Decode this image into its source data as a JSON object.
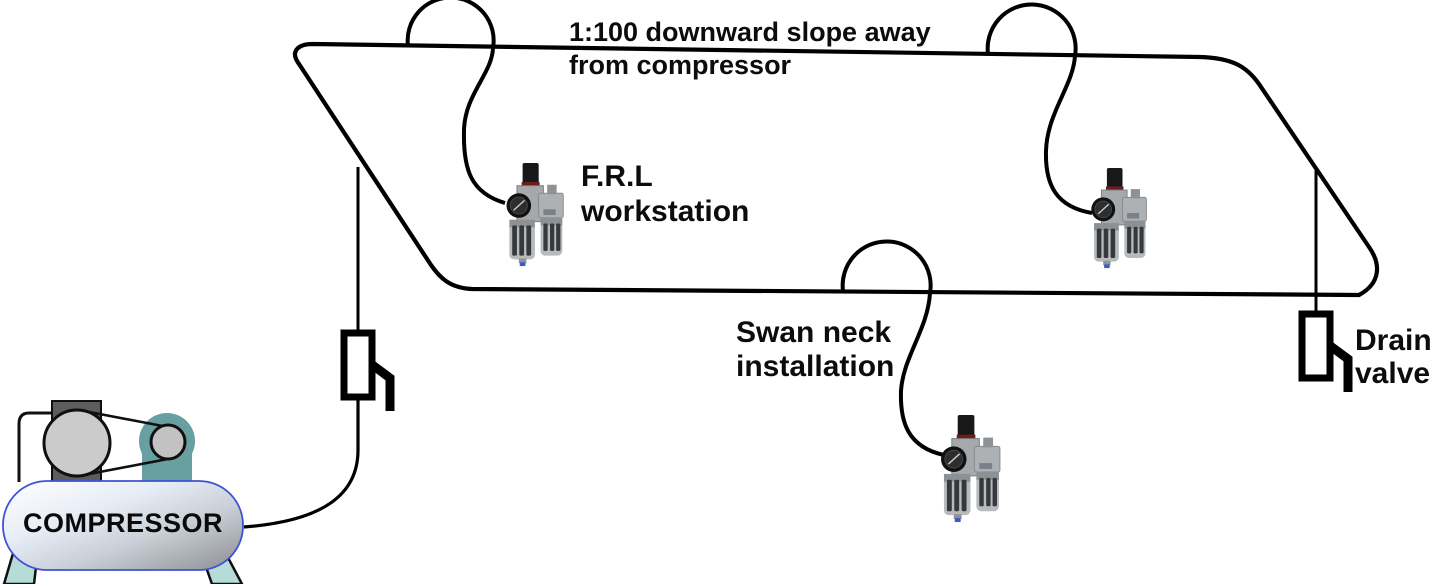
{
  "labels": {
    "slope_note": {
      "line1": "1:100 downward slope away",
      "line2": "from compressor"
    },
    "frl_workstation": {
      "line1": "F.R.L",
      "line2": "workstation"
    },
    "swan_neck": {
      "line1": "Swan neck",
      "line2": "installation"
    },
    "drain_valve": {
      "line1": "Drain",
      "line2": "valve"
    },
    "compressor": "COMPRESSOR"
  },
  "icons": {
    "frl_units": [
      "frl-unit-top-left",
      "frl-unit-top-right",
      "frl-unit-bottom-center"
    ],
    "valves": [
      "riser-valve",
      "drain-valve"
    ],
    "swan_neck_loops": 3
  },
  "colors": {
    "background": "#ffffff",
    "line": "#000000",
    "text": "#0c0c0c",
    "tank_outline_blue": "#3f51d6",
    "motor_teal": "#68a0a1",
    "legs_teal": "#b6dcd7",
    "pump_gray": "#5d5d5d",
    "flywheel_gray": "#cbcbcb",
    "frl_body_gray": "#a5a9ac",
    "frl_knob_black": "#181818",
    "frl_drain_tip_blue": "#3b5bc4"
  }
}
